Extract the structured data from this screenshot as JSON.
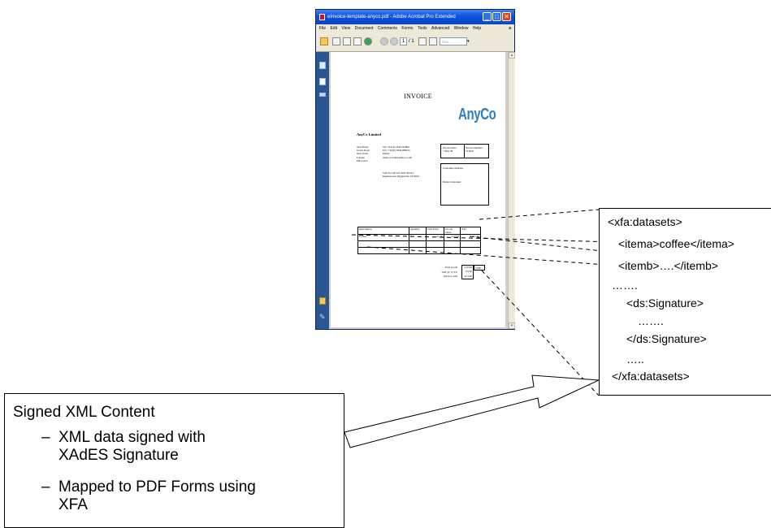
{
  "acrobat": {
    "title": "eInvoice-template-anyco.pdf - Adobe Acrobat Pro Extended",
    "menu": [
      "File",
      "Edit",
      "View",
      "Document",
      "Comments",
      "Forms",
      "Tools",
      "Advanced",
      "Window",
      "Help"
    ],
    "menu_close": "x",
    "page_current": "1",
    "page_total": "/ 1",
    "find_placeholder": "Find",
    "find_arrow": "▾",
    "window_buttons": {
      "min": "_",
      "max": "□",
      "close": "✕"
    },
    "scroll": {
      "up": "▴",
      "down": "▾"
    },
    "icons": [
      "open-icon",
      "print-icon",
      "email-icon",
      "pages-icon",
      "globe-icon",
      "prev-page-icon",
      "next-page-icon",
      "save-icon",
      "zoom-icon",
      "pages-panel-icon",
      "bookmarks-icon",
      "signatures-icon",
      "comments-icon",
      "attachments-icon"
    ]
  },
  "invoice": {
    "title": "INVOICE",
    "logo": "AnyCo",
    "company": "AnyCo Limited",
    "address": [
      "Any House",
      "Green Street",
      "New Town",
      "London",
      "EH11 0CC"
    ],
    "contact": [
      "Tel: +44 (0) 1844 201800",
      "Fax: +44 (0) 1844 288214",
      "Email:",
      "enaus.accounts@anyco.com"
    ],
    "registration": [
      "VAT No GB 123 4567 89 012",
      "Registered in England No 2518003"
    ],
    "date_label": "Invoice Date",
    "date_value": "7 May 09",
    "number_label": "Invoice Number",
    "number_value": "123456",
    "customer_address_label": "Customer Address",
    "customer_name": "Demo Customer",
    "columns": [
      "Description",
      "Quantity",
      "Unit Price",
      "Goods value",
      "VAT"
    ],
    "rows": [
      [
        "Coffee",
        "1",
        "€1.00",
        "€10.00",
        "€3.50"
      ],
      [
        "",
        "",
        "",
        "",
        ""
      ],
      [
        "",
        "",
        "",
        "",
        ""
      ]
    ],
    "totals_labels": [
      "Total goods",
      "VAT @ 17.5%",
      "Invoice total"
    ],
    "totals_values": [
      "€10.00",
      "€3.50",
      "€13.50"
    ],
    "currency": "GBP"
  },
  "xml": {
    "lines": [
      "<xfa:datasets>",
      "<itema>coffee</itema>",
      "<itemb>….</itemb>",
      "…….",
      "<ds:Signature>",
      "…….",
      "</ds:Signature>",
      "…..",
      "</xfa:datasets>"
    ]
  },
  "callout": {
    "title": "Signed XML Content",
    "bullet_mark": "–",
    "bullets": [
      [
        "XML data signed with",
        "XAdES Signature"
      ],
      [
        "Mapped to PDF Forms using",
        "XFA"
      ]
    ]
  }
}
